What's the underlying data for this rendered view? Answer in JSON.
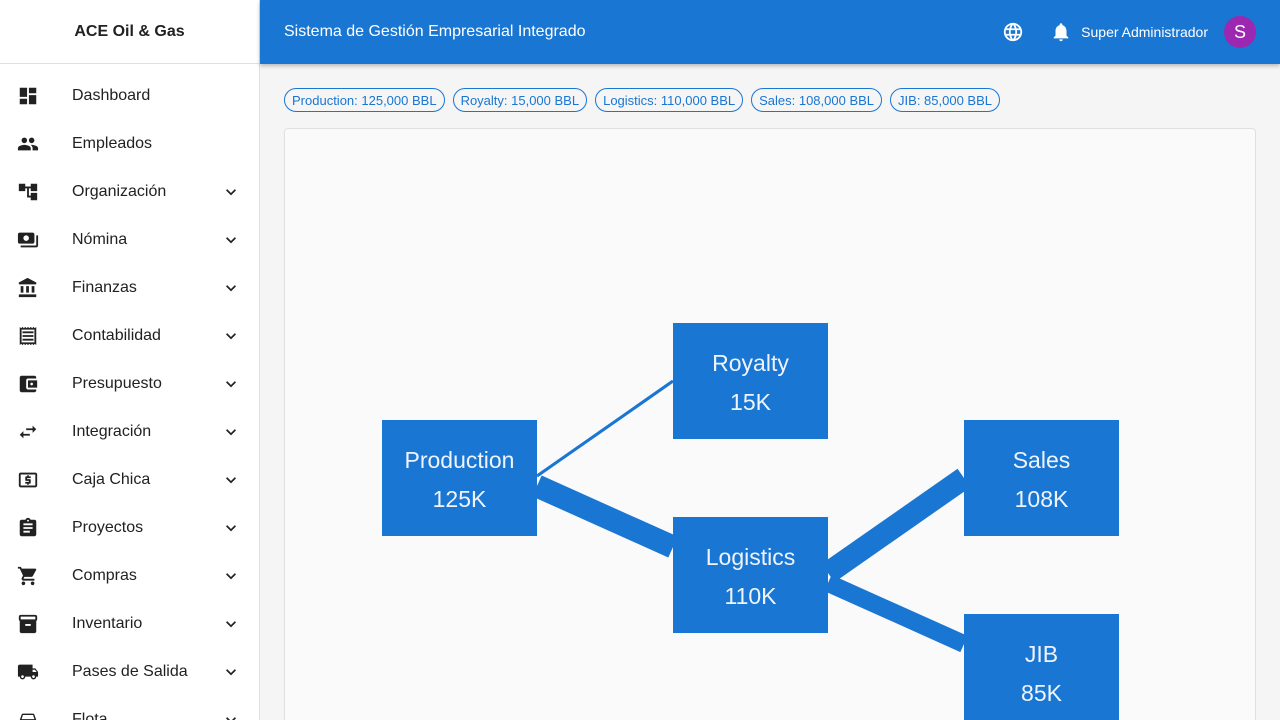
{
  "brand": "ACE Oil & Gas",
  "header": {
    "title": "Sistema de Gestión Empresarial Integrado",
    "user_name": "Super Administrador",
    "avatar_initial": "S"
  },
  "sidebar": {
    "items": [
      {
        "label": "Dashboard",
        "icon": "dashboard-icon",
        "expandable": false
      },
      {
        "label": "Empleados",
        "icon": "people-icon",
        "expandable": false
      },
      {
        "label": "Organización",
        "icon": "org-tree-icon",
        "expandable": true
      },
      {
        "label": "Nómina",
        "icon": "payments-icon",
        "expandable": true
      },
      {
        "label": "Finanzas",
        "icon": "bank-icon",
        "expandable": true
      },
      {
        "label": "Contabilidad",
        "icon": "receipt-icon",
        "expandable": true
      },
      {
        "label": "Presupuesto",
        "icon": "wallet-icon",
        "expandable": true
      },
      {
        "label": "Integración",
        "icon": "swap-icon",
        "expandable": true
      },
      {
        "label": "Caja Chica",
        "icon": "cash-icon",
        "expandable": true
      },
      {
        "label": "Proyectos",
        "icon": "clipboard-icon",
        "expandable": true
      },
      {
        "label": "Compras",
        "icon": "cart-icon",
        "expandable": true
      },
      {
        "label": "Inventario",
        "icon": "inventory-icon",
        "expandable": true
      },
      {
        "label": "Pases de Salida",
        "icon": "truck-icon",
        "expandable": true
      },
      {
        "label": "Flota",
        "icon": "car-icon",
        "expandable": true
      }
    ]
  },
  "chips": [
    "Production: 125,000 BBL",
    "Royalty: 15,000 BBL",
    "Logistics: 110,000 BBL",
    "Sales: 108,000 BBL",
    "JIB: 85,000 BBL"
  ],
  "chart_data": {
    "type": "sankey",
    "nodes": [
      {
        "id": "production",
        "name": "Production",
        "value_label": "125K",
        "value": 125000
      },
      {
        "id": "royalty",
        "name": "Royalty",
        "value_label": "15K",
        "value": 15000
      },
      {
        "id": "logistics",
        "name": "Logistics",
        "value_label": "110K",
        "value": 110000
      },
      {
        "id": "sales",
        "name": "Sales",
        "value_label": "108K",
        "value": 108000
      },
      {
        "id": "jib",
        "name": "JIB",
        "value_label": "85K",
        "value": 85000
      }
    ],
    "links": [
      {
        "source": "production",
        "target": "royalty",
        "value": 15000
      },
      {
        "source": "production",
        "target": "logistics",
        "value": 110000
      },
      {
        "source": "logistics",
        "target": "sales",
        "value": 108000
      },
      {
        "source": "logistics",
        "target": "jib",
        "value": 85000
      }
    ],
    "color": "#1976d2"
  },
  "colors": {
    "primary": "#1976d2",
    "avatar": "#9c27b0"
  }
}
